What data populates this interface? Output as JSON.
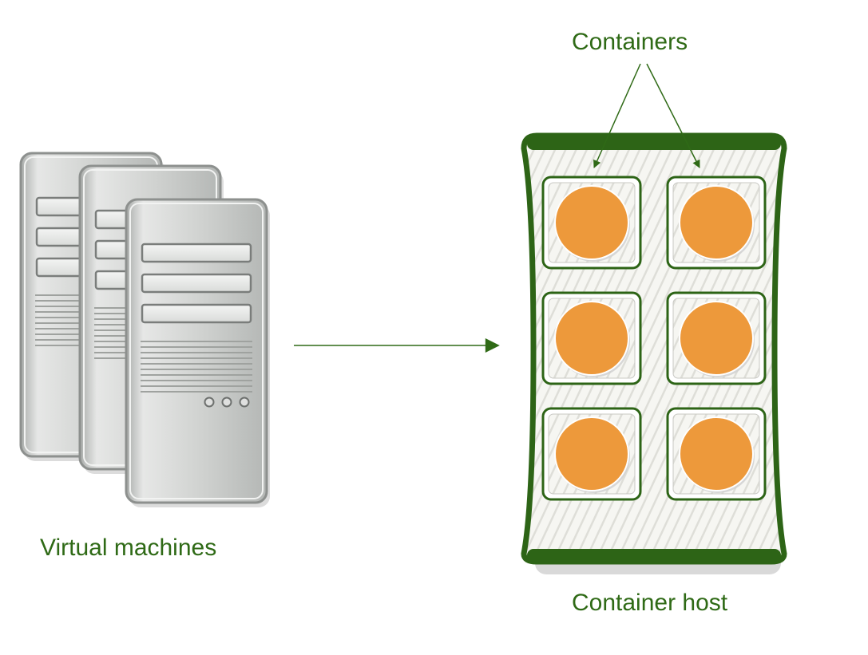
{
  "labels": {
    "virtual_machines": "Virtual machines",
    "containers": "Containers",
    "container_host": "Container host"
  },
  "colors": {
    "label_green": "#2f6a16",
    "host_border": "#2d6416",
    "container_fill": "#ed993b",
    "server_body": "#c9cbc9"
  },
  "diagram": {
    "server_count": 3,
    "container_grid": {
      "rows": 3,
      "columns": 2
    }
  }
}
